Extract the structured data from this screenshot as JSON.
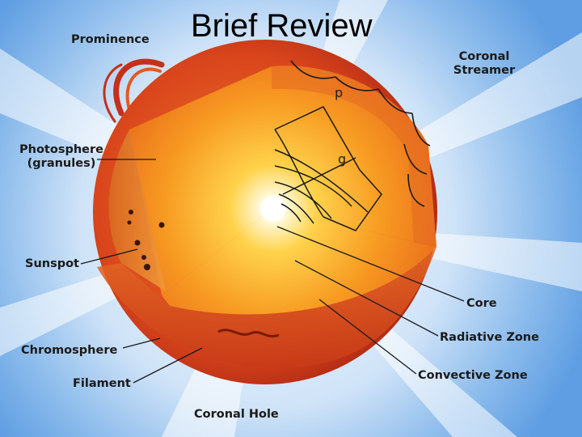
{
  "slide": {
    "title": "Brief Review"
  },
  "labels": {
    "prominence": "Prominence",
    "photosphere_line1": "Photosphere",
    "photosphere_line2": "(granules)",
    "sunspot": "Sunspot",
    "chromosphere": "Chromosphere",
    "filament": "Filament",
    "coronal_hole": "Coronal Hole",
    "coronal_streamer_line1": "Coronal",
    "coronal_streamer_line2": "Streamer",
    "core": "Core",
    "radiative_zone": "Radiative Zone",
    "convective_zone": "Convective Zone"
  },
  "oscillation_modes": {
    "p_mode": "p",
    "g_mode": "g"
  },
  "colors": {
    "corona_blue": "#6ea8e6",
    "sun_red": "#c4301a",
    "sun_orange": "#e86a1c",
    "core_white": "#ffffff"
  }
}
